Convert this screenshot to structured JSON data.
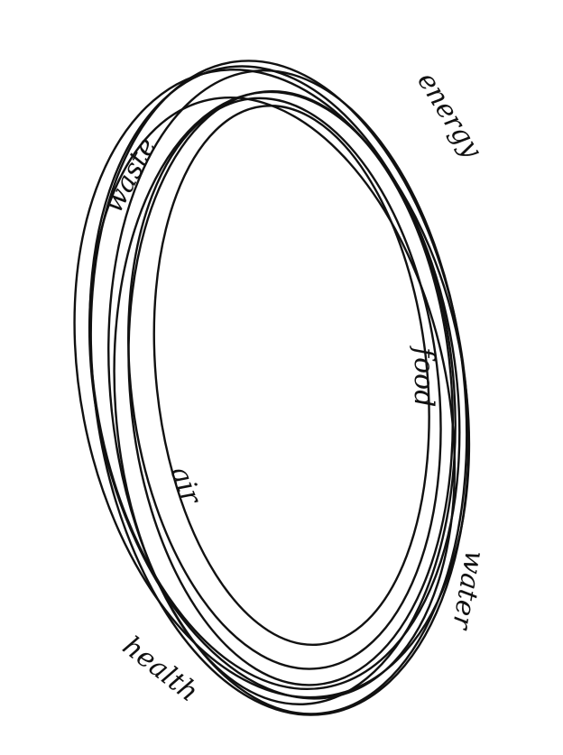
{
  "labels": {
    "waste": "waste",
    "energy": "energy",
    "food": "food",
    "air": "air",
    "water": "water",
    "health": "health"
  },
  "colors": {
    "ink": "#111111",
    "background": "#ffffff"
  }
}
